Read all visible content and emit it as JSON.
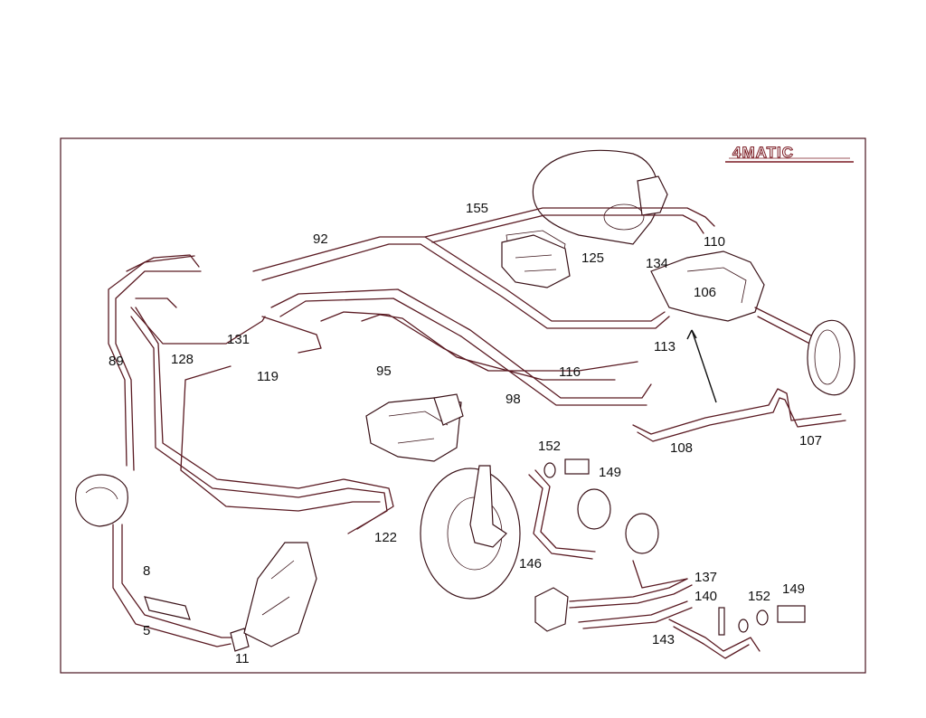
{
  "logo": {
    "text": "4MATIC"
  },
  "callouts": [
    {
      "id": "155",
      "text": "155"
    },
    {
      "id": "92",
      "text": "92"
    },
    {
      "id": "110",
      "text": "110"
    },
    {
      "id": "125",
      "text": "125"
    },
    {
      "id": "134",
      "text": "134"
    },
    {
      "id": "106",
      "text": "106"
    },
    {
      "id": "131",
      "text": "131"
    },
    {
      "id": "89",
      "text": "89"
    },
    {
      "id": "128",
      "text": "128"
    },
    {
      "id": "119",
      "text": "119"
    },
    {
      "id": "113",
      "text": "113"
    },
    {
      "id": "95",
      "text": "95"
    },
    {
      "id": "116",
      "text": "116"
    },
    {
      "id": "98",
      "text": "98"
    },
    {
      "id": "108",
      "text": "108"
    },
    {
      "id": "107",
      "text": "107"
    },
    {
      "id": "152a",
      "text": "152"
    },
    {
      "id": "149a",
      "text": "149"
    },
    {
      "id": "122",
      "text": "122"
    },
    {
      "id": "146",
      "text": "146"
    },
    {
      "id": "137",
      "text": "137"
    },
    {
      "id": "140",
      "text": "140"
    },
    {
      "id": "152b",
      "text": "152"
    },
    {
      "id": "149b",
      "text": "149"
    },
    {
      "id": "143",
      "text": "143"
    },
    {
      "id": "8",
      "text": "8"
    },
    {
      "id": "5",
      "text": "5"
    },
    {
      "id": "11",
      "text": "11"
    }
  ],
  "colors": {
    "line": "#5a1a22",
    "frame": "#4a1520",
    "logo": "#7a1a22"
  }
}
